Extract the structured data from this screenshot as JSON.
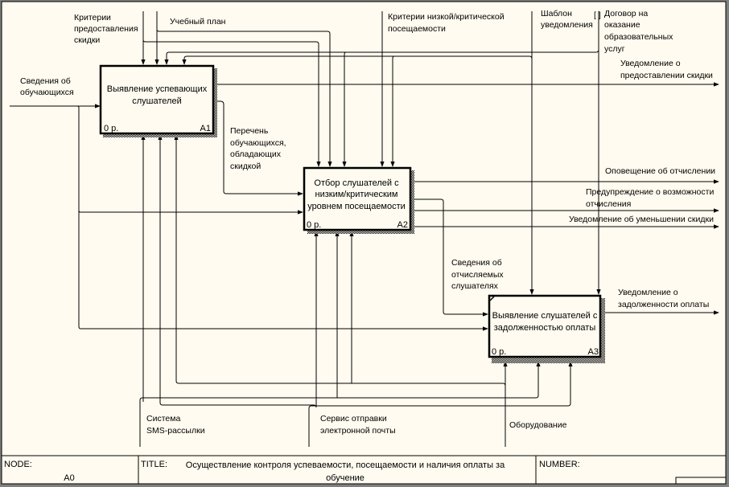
{
  "diagram": {
    "colors": {
      "background": "#fffbf0",
      "line": "#000000",
      "frame_outer": "#808080"
    },
    "boxes": [
      {
        "id": "A1",
        "number": "A1",
        "cost": "0 р.",
        "lines": [
          "Выявление успевающих",
          "слушателей"
        ]
      },
      {
        "id": "A2",
        "number": "A2",
        "cost": "0 р.",
        "lines": [
          "Отбор слушателей с",
          "низким/критическим",
          "уровнем посещаемости"
        ]
      },
      {
        "id": "A3",
        "number": "A3",
        "cost": "0 р.",
        "lines": [
          "Выявление слушателей с",
          "задолженностью оплаты"
        ]
      }
    ],
    "arrow_labels": {
      "input_students": [
        "Сведения об",
        "обучающихся"
      ],
      "control_discount_criteria": [
        "Критерии",
        "предоставления",
        "скидки"
      ],
      "control_curriculum": [
        "Учебный план"
      ],
      "control_attendance_criteria": [
        "Критерии низкой/критической",
        "посещаемости"
      ],
      "control_template": [
        "Шаблон",
        "уведомления"
      ],
      "control_contract": [
        "Договор на",
        "оказание",
        "образовательных",
        "услуг"
      ],
      "output_discount_notice": [
        "Уведомление о",
        "предоставлении скидки"
      ],
      "arrow_discount_list": [
        "Перечень",
        "обучающихся,",
        "обладающих",
        "скидкой"
      ],
      "output_expulsion_notice": [
        "Оповещение об отчислении"
      ],
      "output_expulsion_warning": [
        "Предупреждение о возможности",
        "отчисления"
      ],
      "output_discount_reduction": [
        "Уведомление об уменьшении скидки"
      ],
      "arrow_expelled_info": [
        "Сведения об",
        "отчисляемых",
        "слушателях"
      ],
      "output_debt_notice": [
        "Уведомление о",
        "задолженности оплаты"
      ],
      "mech_sms": [
        "Система",
        "SMS-рассылки"
      ],
      "mech_email": [
        "Сервис отправки",
        "электронной почты"
      ],
      "mech_equipment": [
        "Оборудование"
      ],
      "tunnel_marker": "[ ]"
    }
  },
  "footer": {
    "node_label": "NODE:",
    "node_value": "A0",
    "title_label": "TITLE:",
    "title_lines": [
      "Осуществление контроля успеваемости, посещаемости и наличия оплаты за",
      "обучение"
    ],
    "number_label": "NUMBER:"
  }
}
